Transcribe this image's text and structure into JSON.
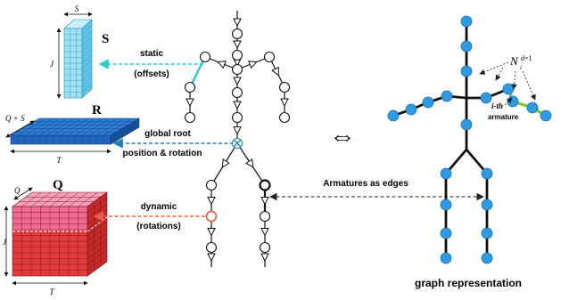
{
  "tensor_S": {
    "symbol": "S",
    "top_dim": "S",
    "side_dim": "J",
    "colors": {
      "front": "#9fe0f2",
      "top": "#c9f0fa",
      "side": "#5fc3e4",
      "grid": "#2a8fb6"
    }
  },
  "tensor_R": {
    "symbol": "R",
    "side_dim": "Q + S",
    "bottom_dim": "T",
    "colors": {
      "top": "#2f7fd6",
      "front": "#1f66c0",
      "side": "#184f99",
      "grid": "#0e3f80"
    }
  },
  "tensor_Q": {
    "symbol": "Q",
    "top_dim": "Q",
    "side_dim": "J",
    "bottom_dim": "T",
    "colors": {
      "upper": "#f06a96",
      "lower": "#e33b3b",
      "top": "#f7a0bd",
      "side": "#c42a2a",
      "grid": "#7a1010"
    }
  },
  "labels": {
    "static": "static",
    "static_sub": "(offsets)",
    "global_root": "global root",
    "global_root_sub": "position & rotation",
    "dynamic": "dynamic",
    "dynamic_sub": "(rotations)",
    "armatures_as_edges": "Armatures as edges",
    "graph_representation": "graph representation",
    "neighborhood": "N",
    "neighborhood_sup": "d=1",
    "neighborhood_sub": "i",
    "ith_armature_line1": "i-th",
    "ith_armature_line2": "armature"
  },
  "arrow_colors": {
    "static": "#2ec9c9",
    "global": "#1f7fb0",
    "dynamic": "#e8604a"
  },
  "equivalence_symbol": "⇔",
  "graph_colors": {
    "node": "#2f9ae0",
    "edge": "#111111",
    "highlight_edge": "#7ec832"
  }
}
